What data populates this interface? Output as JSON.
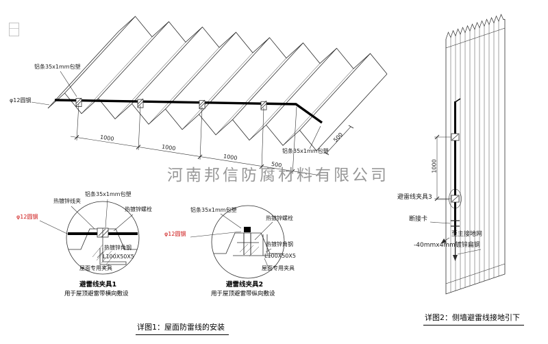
{
  "watermark": "河南邦信防腐材料有限公司",
  "roof": {
    "strip_label_top": "铝条35x1mm包塑",
    "strip_label_right": "铝条35x1mm包塑",
    "round_steel_label": "φ12圆钢",
    "dims": {
      "d1": "1000",
      "d2": "1000",
      "d3": "1000",
      "d4": "500",
      "d5": "500"
    }
  },
  "detail1": {
    "clamp_label": "热镀锌线夹",
    "strip_label": "铝条35x1mm包塑",
    "bolt_label": "热镀锌螺栓",
    "round_steel_label": "φ12圆钢",
    "angle_label": "热镀锌角钢",
    "angle_spec": "L100X50X5",
    "fixture_label": "屋面专用夹具",
    "title": "避雷线夹具1",
    "subtitle": "用于屋顶避雷带横向敷设"
  },
  "detail2": {
    "strip_label": "铝条35x1mm包塑",
    "bolt_label": "热镀锌螺栓",
    "round_steel_label": "φ12圆钢",
    "angle_label": "热镀锌角钢",
    "angle_spec": "L100X50X5",
    "fixture_label": "屋面专用夹具",
    "title": "避雷线夹具2",
    "subtitle": "用于屋顶避雷带纵向敷设"
  },
  "wall": {
    "dim": "1000",
    "clamp3_label": "避雷线夹具3",
    "disconnect_label": "断接卡",
    "to_ground_label": "至主接地网",
    "flat_steel_label": "-40mmx4mm镀锌扁钢"
  },
  "captions": {
    "detail1": "详图1：屋面防雷线的安装",
    "detail2": "详图2：侧墙避雷线接地引下"
  }
}
